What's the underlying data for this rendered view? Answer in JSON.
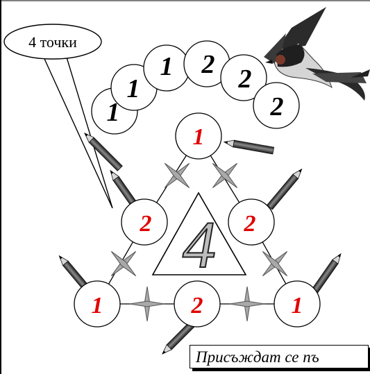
{
  "callout": {
    "label": "4 точки"
  },
  "center_number": "4",
  "arc_numbers": [
    "1",
    "1",
    "1",
    "2",
    "2",
    "2"
  ],
  "triangle_numbers": {
    "top": "1",
    "left_middle": "2",
    "right_middle": "2",
    "bottom_left": "1",
    "bottom_middle": "2",
    "bottom_right": "1"
  },
  "awarded_text": "Присъждат се пъ",
  "colors": {
    "red_number": "#e00000",
    "black_number": "#000000",
    "connector": "#a9a9a9"
  },
  "icons": [
    "swallow-icon",
    "pencil-icon",
    "cross-connector-icon"
  ]
}
